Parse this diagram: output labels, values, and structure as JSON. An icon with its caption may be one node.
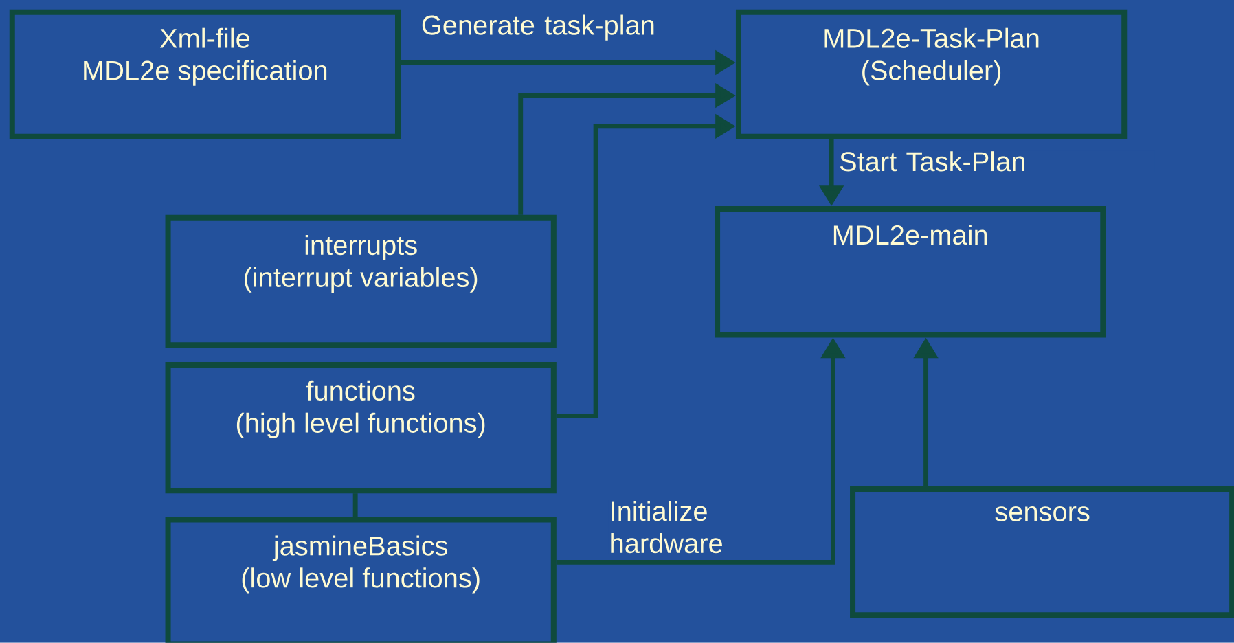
{
  "diagram": {
    "nodes": [
      {
        "text": [
          "Xml-file",
          "MDL2e specification"
        ]
      },
      {
        "text": [
          "MDL2e-Task-Plan",
          "(Scheduler)"
        ]
      },
      {
        "text": [
          "interrupts",
          "(interrupt variables)"
        ]
      },
      {
        "text": [
          "functions",
          "(high level functions)"
        ]
      },
      {
        "text": [
          "jasmineBasics",
          "(low level functions)"
        ]
      },
      {
        "text": [
          "MDL2e-main"
        ]
      },
      {
        "text": [
          "sensors"
        ]
      }
    ],
    "edges": [
      {
        "from": 0,
        "to": 1,
        "arrow": "to",
        "label": "Generate task-plan"
      },
      {
        "from": 2,
        "to": 1,
        "arrow": "to"
      },
      {
        "from": 3,
        "to": 1,
        "arrow": "to"
      },
      {
        "from": 1,
        "to": 5,
        "arrow": "to",
        "label": "Start Task-Plan"
      },
      {
        "from": 4,
        "to": 5,
        "arrow": "to",
        "label": "Initialize hardware"
      },
      {
        "from": 6,
        "to": 5,
        "arrow": "to"
      },
      {
        "from": 3,
        "to": 4,
        "arrow": "none"
      }
    ]
  }
}
